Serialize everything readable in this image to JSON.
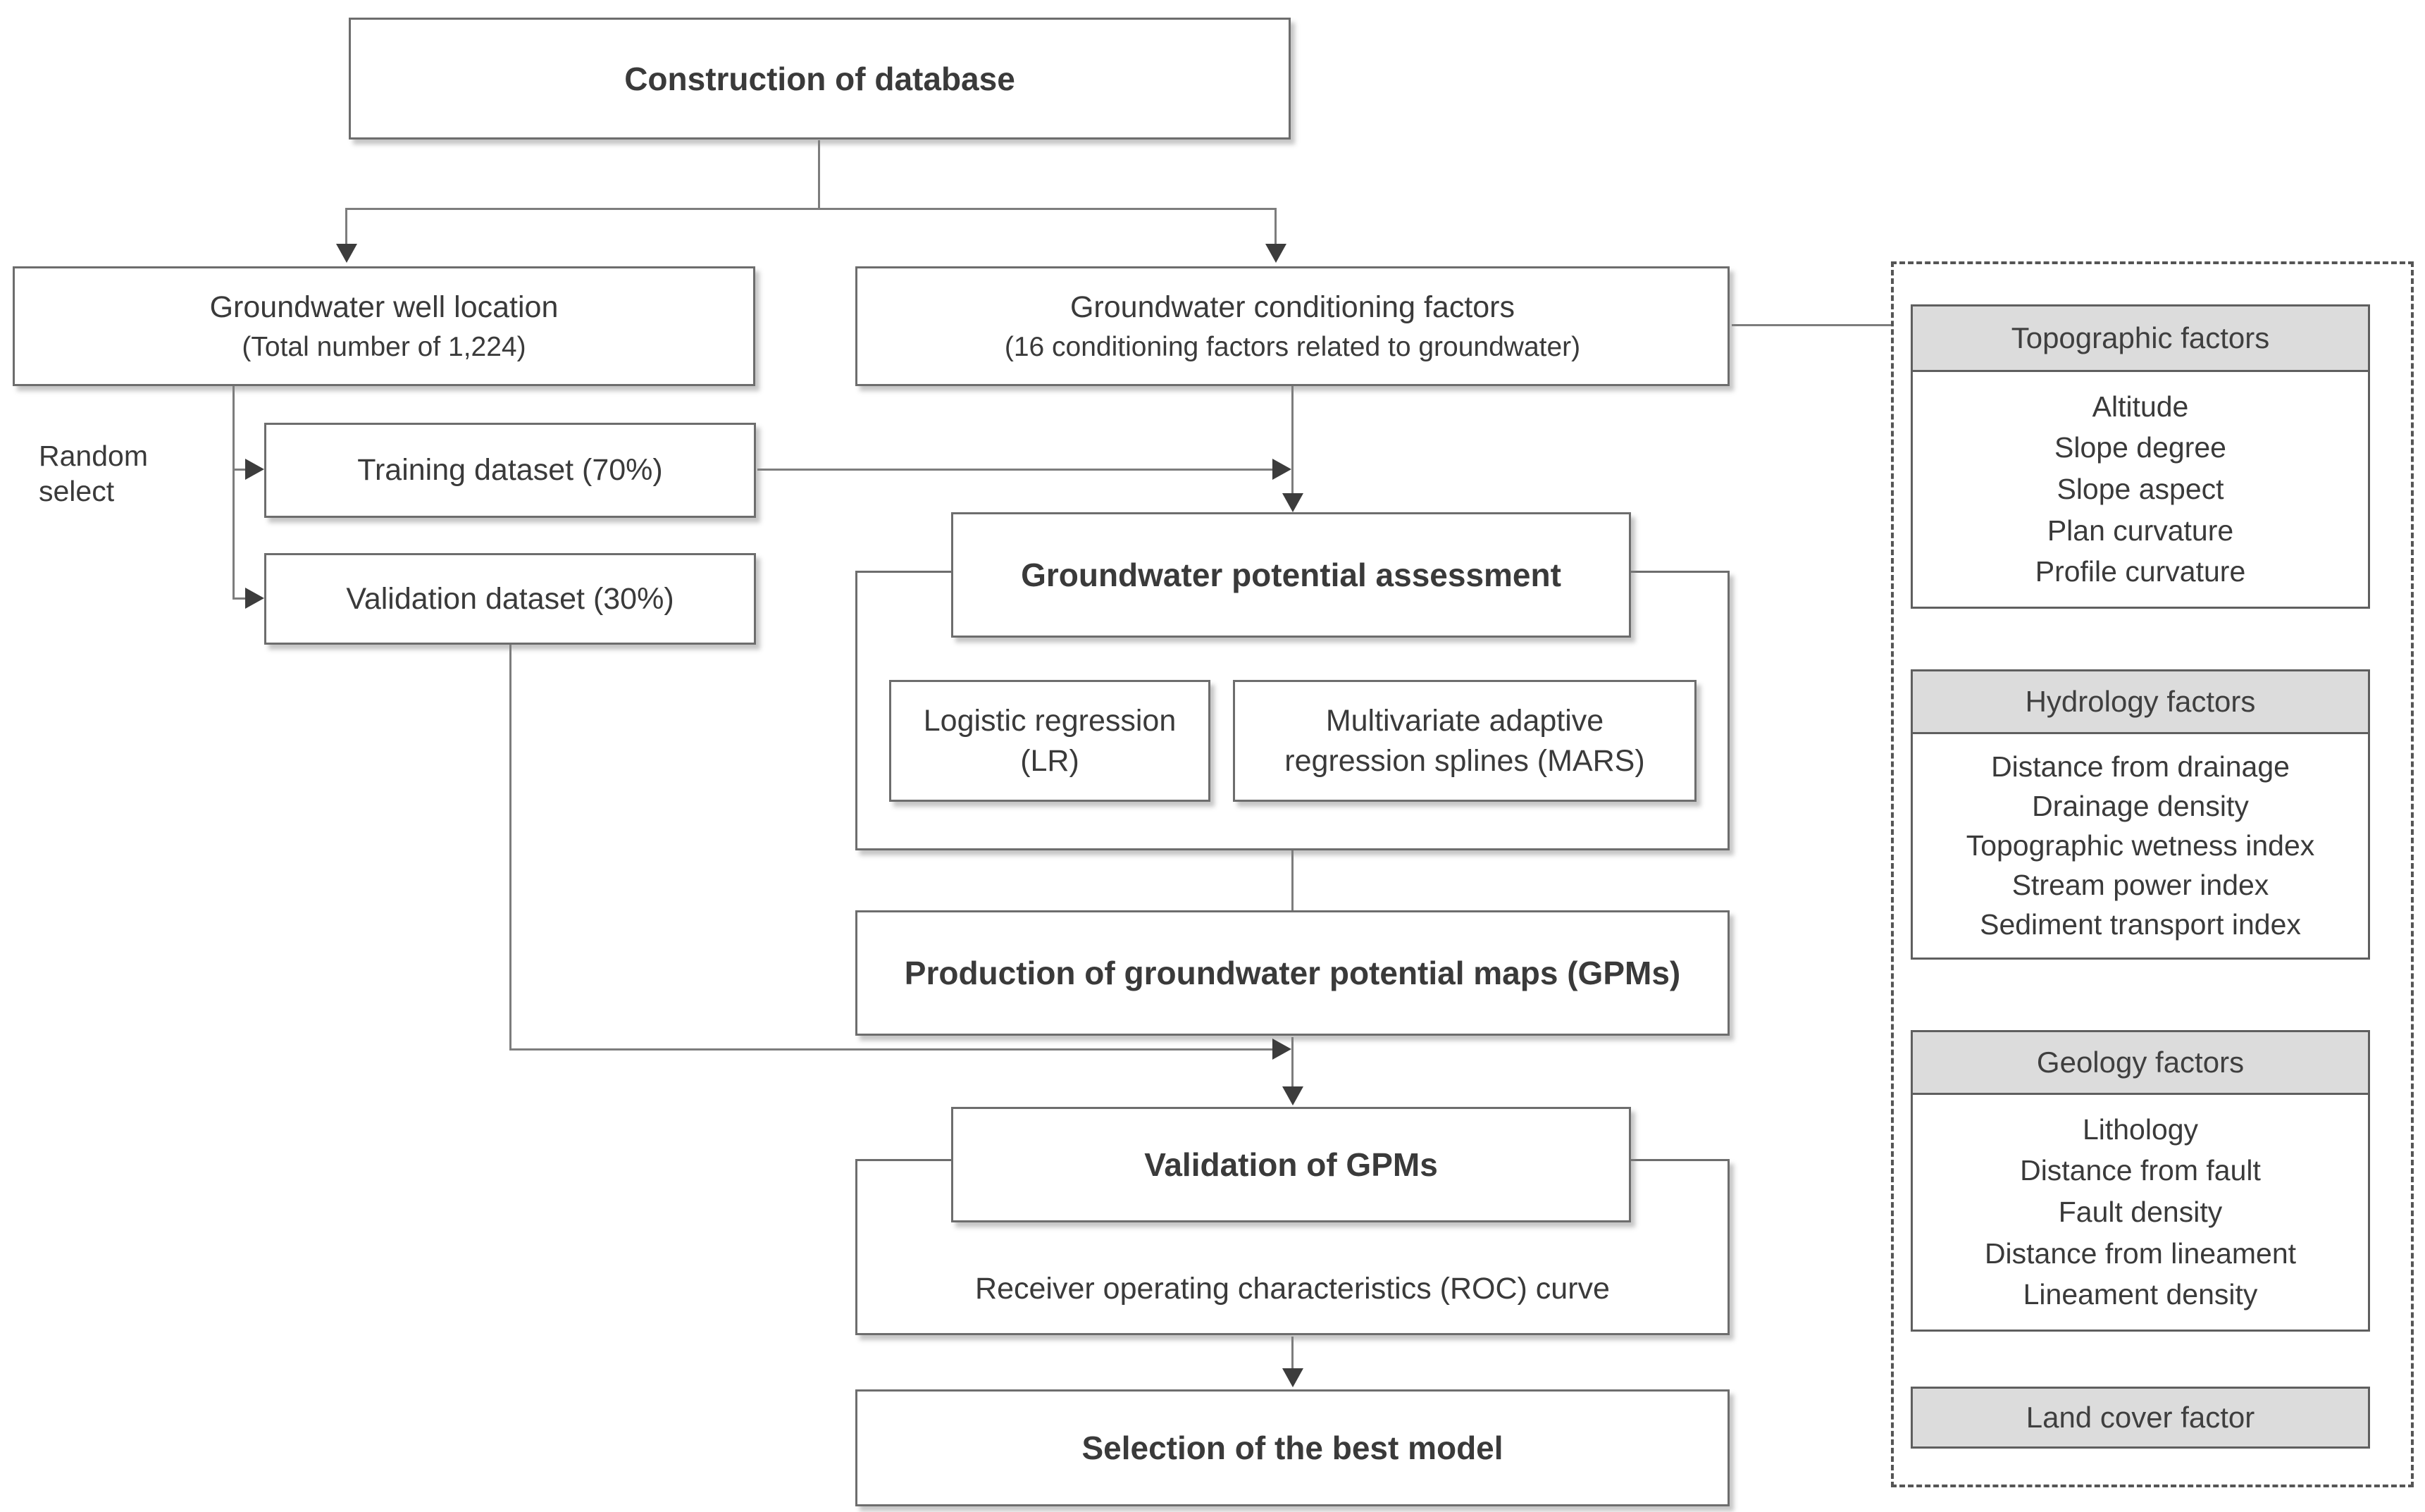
{
  "flowchart": {
    "construction": "Construction of database",
    "well_location": {
      "line1": "Groundwater well location",
      "line2": "(Total number of 1,224)"
    },
    "conditioning": {
      "line1": "Groundwater conditioning factors",
      "line2": "(16 conditioning factors related to groundwater)"
    },
    "random_select": "Random select",
    "training_dataset": "Training dataset (70%)",
    "validation_dataset": "Validation dataset (30%)",
    "assessment_title": "Groundwater potential assessment",
    "logistic_regression": {
      "line1": "Logistic regression",
      "line2": "(LR)"
    },
    "mars": {
      "line1": "Multivariate adaptive",
      "line2": "regression splines (MARS)"
    },
    "production": "Production of groundwater potential maps (GPMs)",
    "validation_gpms_title": "Validation of GPMs",
    "roc_curve": "Receiver operating characteristics (ROC) curve",
    "selection": "Selection of the best model"
  },
  "factor_panel": {
    "groups": [
      {
        "header": "Topographic factors",
        "items": [
          "Altitude",
          "Slope degree",
          "Slope aspect",
          "Plan curvature",
          "Profile curvature"
        ]
      },
      {
        "header": "Hydrology factors",
        "items": [
          "Distance from drainage",
          "Drainage density",
          "Topographic wetness index",
          "Stream power index",
          "Sediment transport index"
        ]
      },
      {
        "header": "Geology factors",
        "items": [
          "Lithology",
          "Distance from fault",
          "Fault density",
          "Distance from lineament",
          "Lineament density"
        ]
      },
      {
        "header": "Land cover factor",
        "items": []
      }
    ]
  },
  "colors": {
    "box_border": "#6d6d6d",
    "group_header_fill": "#dcdcdc",
    "panel_border_dashed": "#555555",
    "connector_line": "#7d7d7d",
    "arrow": "#3c3c3c",
    "text": "#3a3a3a",
    "background": "#ffffff"
  }
}
